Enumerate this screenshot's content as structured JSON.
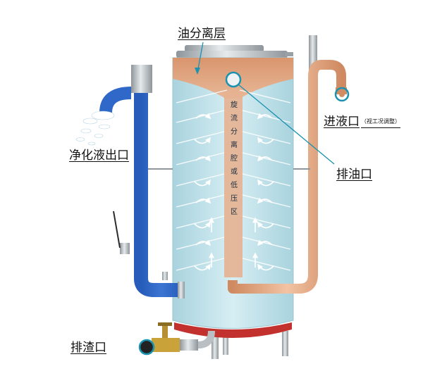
{
  "labels": {
    "oil_separation_layer": "油分离层",
    "purified_outlet": "净化液出口",
    "inlet": "进液口",
    "inlet_note": "（视工况调整）",
    "oil_drain": "排油口",
    "sludge_drain": "排渣口"
  },
  "center_text": [
    "旋",
    "流",
    "分",
    "离",
    "腔",
    "或",
    "低",
    "压",
    "区"
  ],
  "colors": {
    "tank_liquid": "#c9e6ee",
    "oil_layer": "#dca07b",
    "outlet_pipe": "#2f68c8",
    "inlet_pipe": "#e6a57e",
    "sludge": "#c2312e",
    "callout_ring": "#1a92b0",
    "steel": "#b9bfc3"
  }
}
